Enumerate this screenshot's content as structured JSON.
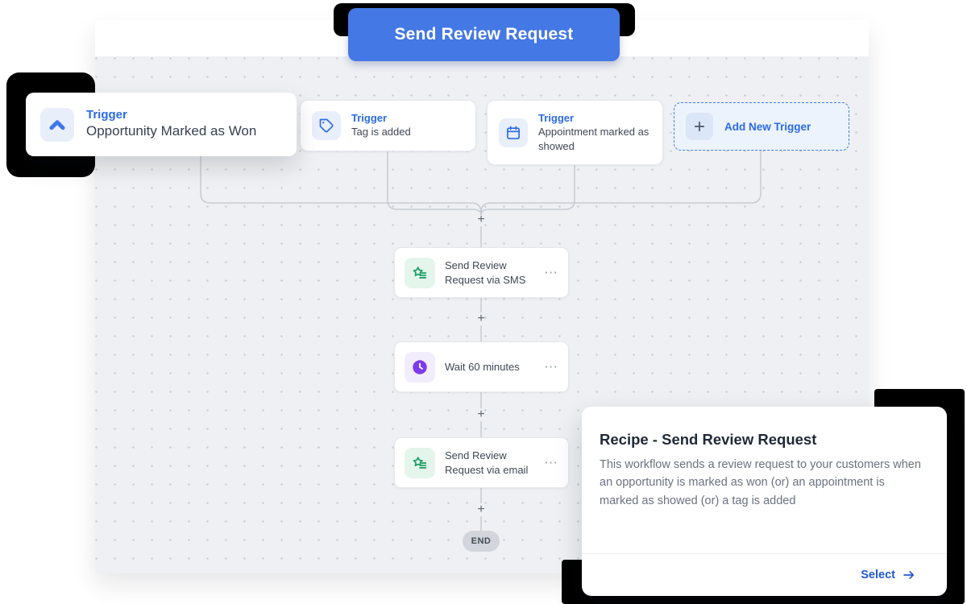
{
  "banner": {
    "label": "Send Review Request"
  },
  "triggers": [
    {
      "label": "Trigger",
      "description": "Opportunity Marked as Won",
      "icon": "chevron-up-icon"
    },
    {
      "label": "Trigger",
      "description": "Tag is added",
      "icon": "tag-icon"
    },
    {
      "label": "Trigger",
      "description": "Appointment marked as showed",
      "icon": "calendar-icon"
    }
  ],
  "add_trigger": {
    "label": "Add New Trigger",
    "icon": "plus-icon"
  },
  "actions": [
    {
      "label": "Send Review Request via SMS",
      "icon": "review-star-icon",
      "menu": "⋯"
    },
    {
      "label": "Wait 60 minutes",
      "icon": "clock-icon",
      "menu": "⋯"
    },
    {
      "label": "Send Review Request via email",
      "icon": "review-star-icon",
      "menu": "⋯"
    }
  ],
  "connector_plus": "+",
  "end_label": "END",
  "recipe_card": {
    "title": "Recipe - Send Review Request",
    "description": "This workflow sends a review request to your customers when an opportunity is marked as won (or) an appointment is marked as showed (or) a tag is added",
    "select_label": "Select"
  },
  "colors": {
    "banner_blue": "#4478e4",
    "accent_blue": "#2b6be4",
    "action_green": "#189a60",
    "action_purple": "#7c3aed",
    "canvas_bg": "#eef0f3"
  }
}
